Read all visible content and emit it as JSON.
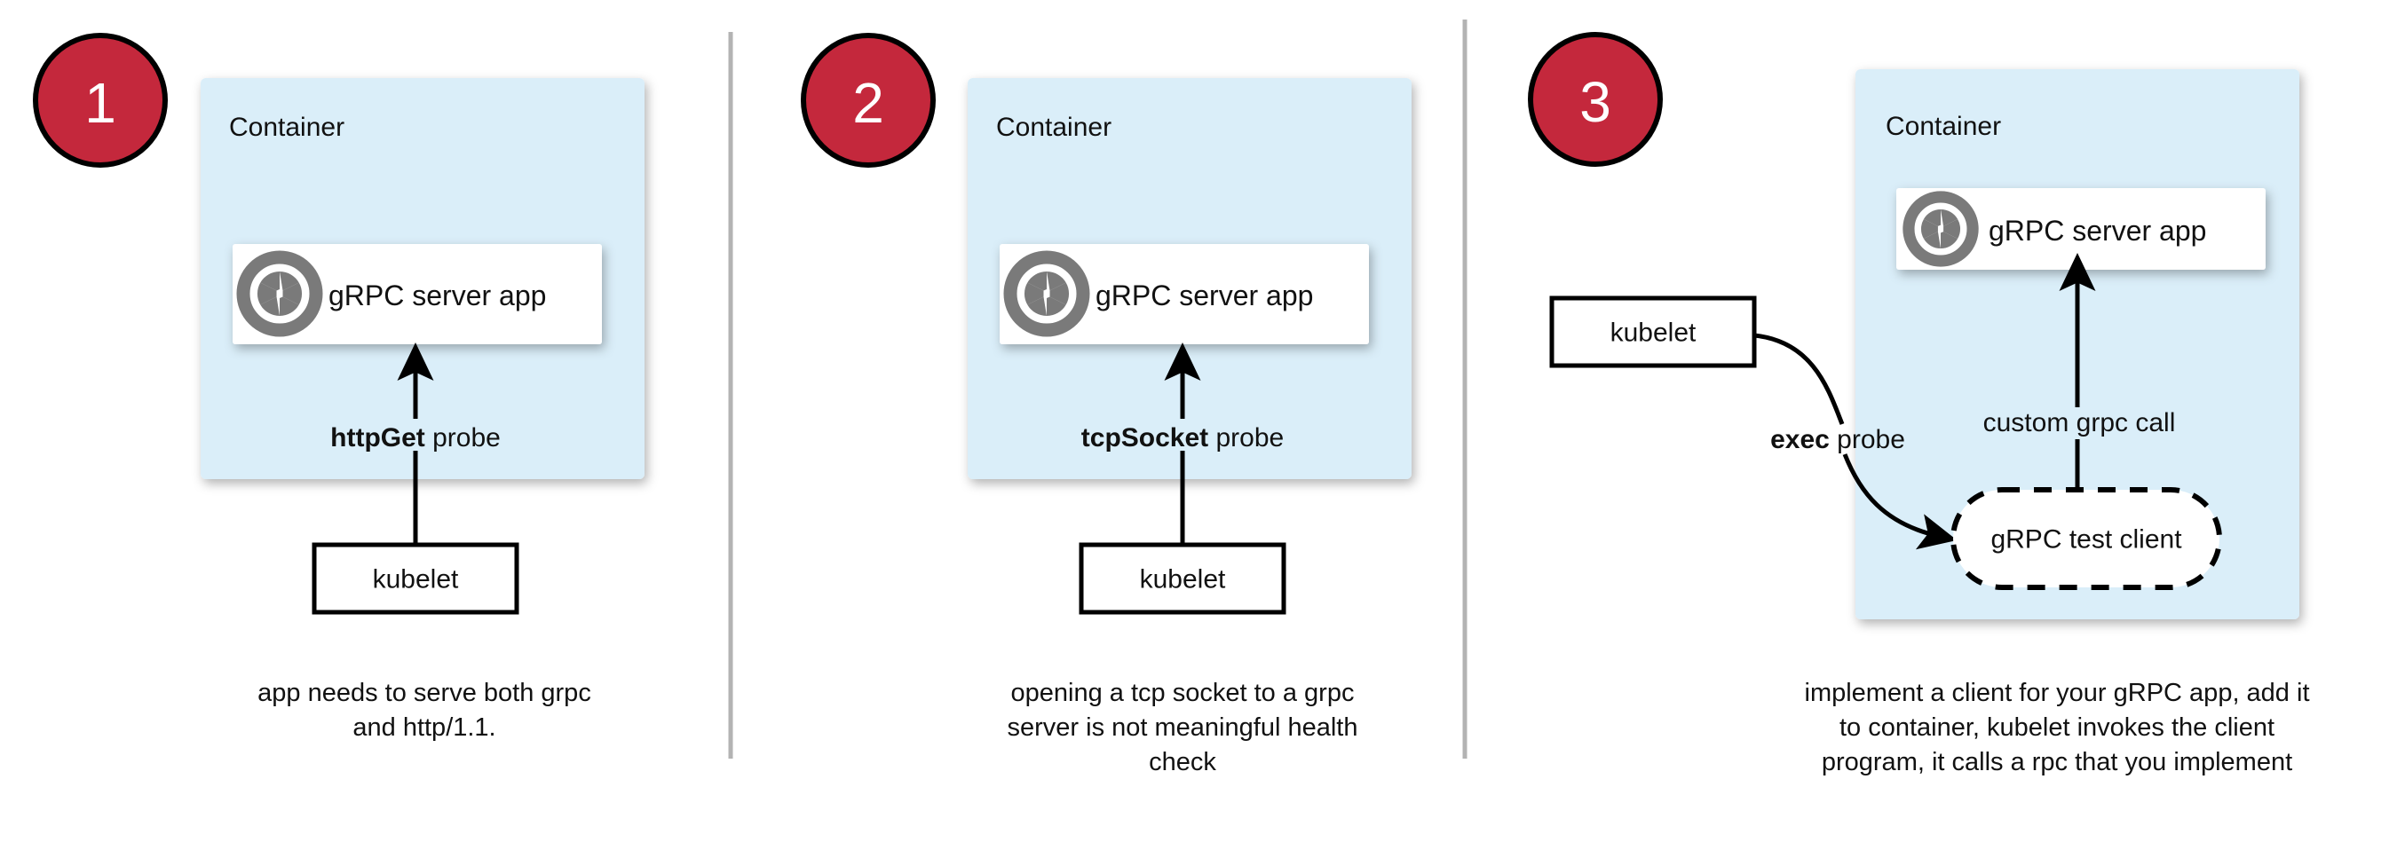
{
  "colors": {
    "badge_fill": "#c4283c",
    "badge_stroke": "#000000",
    "container_fill": "#daeef9",
    "card_fill": "#ffffff",
    "divider": "#b3b3b3",
    "line": "#000000",
    "grpc_logo": "#7a7a7a",
    "text": "#111111"
  },
  "panels": [
    {
      "badge": "1",
      "container_label": "Container",
      "app_label": "gRPC server app",
      "app_icon": "grpc-aperture-icon",
      "probe_label_bold": "httpGet",
      "probe_label_rest": " probe",
      "kubelet_label": "kubelet",
      "caption_lines": [
        "app needs to serve both grpc",
        "and http/1.1."
      ]
    },
    {
      "badge": "2",
      "container_label": "Container",
      "app_label": "gRPC server app",
      "app_icon": "grpc-aperture-icon",
      "probe_label_bold": "tcpSocket",
      "probe_label_rest": " probe",
      "kubelet_label": "kubelet",
      "caption_lines": [
        "opening a tcp socket to a grpc",
        "server is not meaningful health",
        "check"
      ]
    },
    {
      "badge": "3",
      "container_label": "Container",
      "app_label": "gRPC server app",
      "app_icon": "grpc-aperture-icon",
      "probe_label_bold": "exec",
      "probe_label_rest": " probe",
      "kubelet_label": "kubelet",
      "test_client_label": "gRPC test client",
      "custom_call_label": "custom grpc call",
      "caption_lines": [
        "implement a client for your gRPC app, add it",
        "to container, kubelet invokes the client",
        "program, it calls a rpc that you implement"
      ]
    }
  ]
}
